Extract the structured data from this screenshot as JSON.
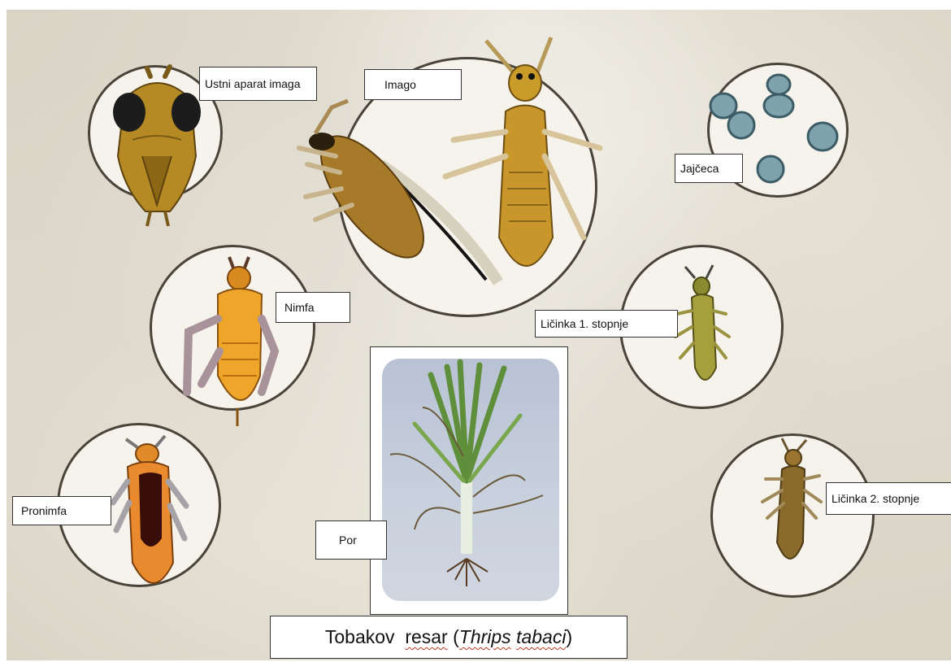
{
  "labels": {
    "imago_mouthparts": "Ustni aparat imaga",
    "imago": "Imago",
    "eggs": "Jajčeca",
    "nymph": "Nimfa",
    "larva_1": "Ličinka 1. stopnje",
    "larva_2": "Ličinka 2. stopnje",
    "prenymph": "Pronimfa",
    "leek": "Por"
  },
  "title": {
    "common_name": "Tobakov",
    "word_resar": "resar",
    "latin_prefix": "(",
    "latin_genus": "Thrips",
    "latin_species": "tabaci",
    "latin_suffix": ")"
  },
  "colors": {
    "background": "#e6e2d6",
    "circle_border": "#4a4339",
    "insect_gold": "#c9961f",
    "nymph_orange": "#eea52a",
    "egg_blue": "#7fa3ad",
    "leek_green": "#5f8f3a"
  }
}
